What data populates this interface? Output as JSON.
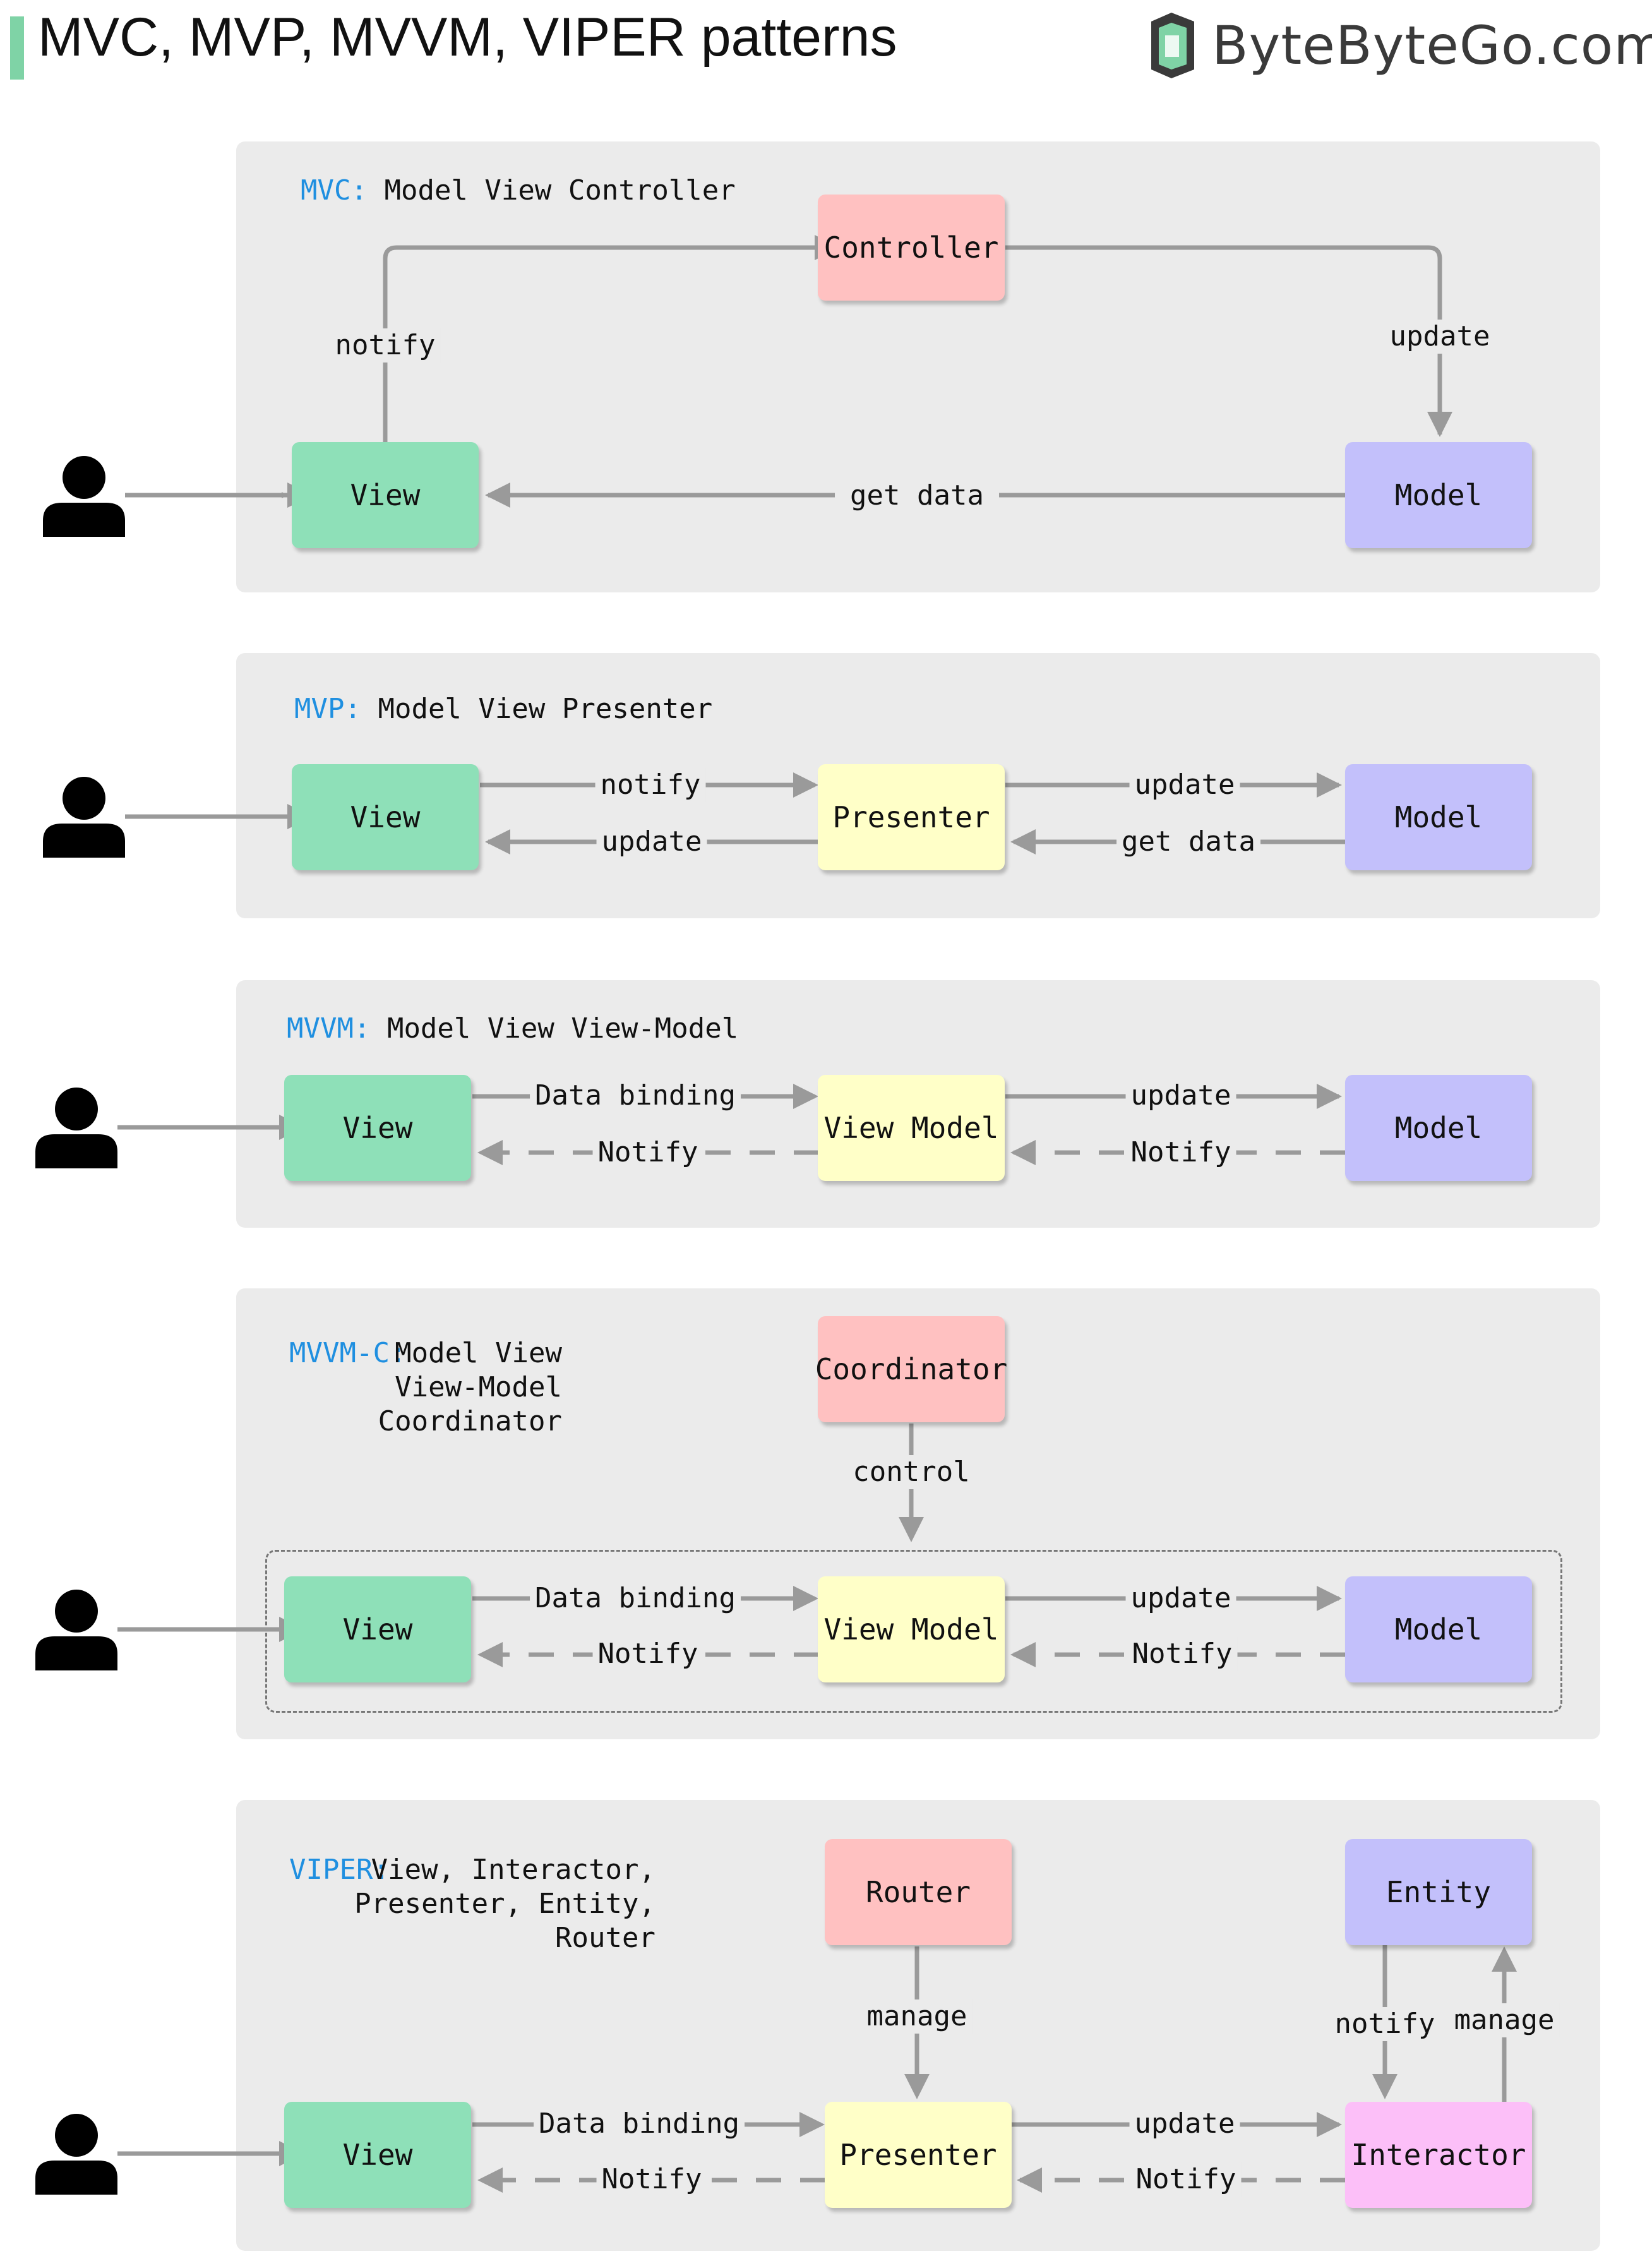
{
  "header": {
    "title": "MVC, MVP, MVVM, VIPER patterns",
    "brand": "ByteByteGo.com"
  },
  "colors": {
    "view": "#8ee0b8",
    "controller": "#ffc1c1",
    "model": "#c3c0fb",
    "presenter": "#ffffc8",
    "interactor": "#fcbff8",
    "keyword": "#1f8fe0",
    "panel": "#ebebeb",
    "arrow": "#9a9a9a"
  },
  "icons": [
    "user-icon",
    "bytebytego-logo-icon"
  ],
  "mvc": {
    "keyword": "MVC:",
    "name": "Model View Controller",
    "view": "View",
    "controller": "Controller",
    "model": "Model",
    "notify": "notify",
    "update": "update",
    "get_data": "get data"
  },
  "mvp": {
    "keyword": "MVP:",
    "name": "Model View Presenter",
    "view": "View",
    "presenter": "Presenter",
    "model": "Model",
    "notify": "notify",
    "update_left": "update",
    "update_right": "update",
    "get_data": "get data"
  },
  "mvvm": {
    "keyword": "MVVM:",
    "name": "Model View View-Model",
    "view": "View",
    "view_model": "View Model",
    "model": "Model",
    "data_binding": "Data binding",
    "notify_left": "Notify",
    "update": "update",
    "notify_right": "Notify"
  },
  "mvvmc": {
    "keyword": "MVVM-C:",
    "name_lines": [
      "Model View",
      "View-Model",
      "Coordinator"
    ],
    "coordinator": "Coordinator",
    "control": "control",
    "view": "View",
    "view_model": "View Model",
    "model": "Model",
    "data_binding": "Data binding",
    "notify_left": "Notify",
    "update": "update",
    "notify_right": "Notify"
  },
  "viper": {
    "keyword": "VIPER:",
    "name_lines": [
      "View, Interactor,",
      "Presenter, Entity,",
      "Router"
    ],
    "router": "Router",
    "manage_router": "manage",
    "entity": "Entity",
    "notify_entity": "notify",
    "manage_entity": "manage",
    "view": "View",
    "presenter": "Presenter",
    "interactor": "Interactor",
    "data_binding": "Data binding",
    "notify_left": "Notify",
    "update": "update",
    "notify_right": "Notify"
  }
}
